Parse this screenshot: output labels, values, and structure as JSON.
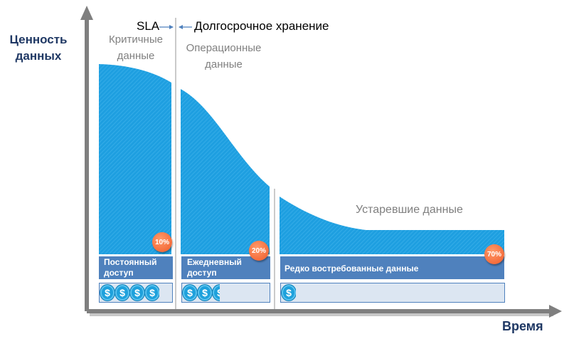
{
  "axes": {
    "y_label": "Ценность\nданных",
    "x_label": "Время"
  },
  "header": {
    "sla": "SLA",
    "long_term": "Долгосрочное хранение"
  },
  "segments": [
    {
      "title": "Критичные\nданные",
      "access_label": "Постоянный\nдоступ",
      "percent": "10%",
      "cost_coins": 4
    },
    {
      "title": "Операционные\nданные",
      "access_label": "Ежедневный\nдоступ",
      "percent": "20%",
      "cost_coins": 2.5
    },
    {
      "title": "Устаревшие данные",
      "access_label": "Редко востребованные данные",
      "percent": "70%",
      "cost_coins": 1
    }
  ],
  "coin_symbol": "$",
  "colors": {
    "area": "#1e9fe0",
    "bar": "#4f81bd",
    "cost_bar": "#dce6f2",
    "badge": "#f05a28",
    "axis": "#7f7f7f",
    "label": "#1f3864"
  }
}
